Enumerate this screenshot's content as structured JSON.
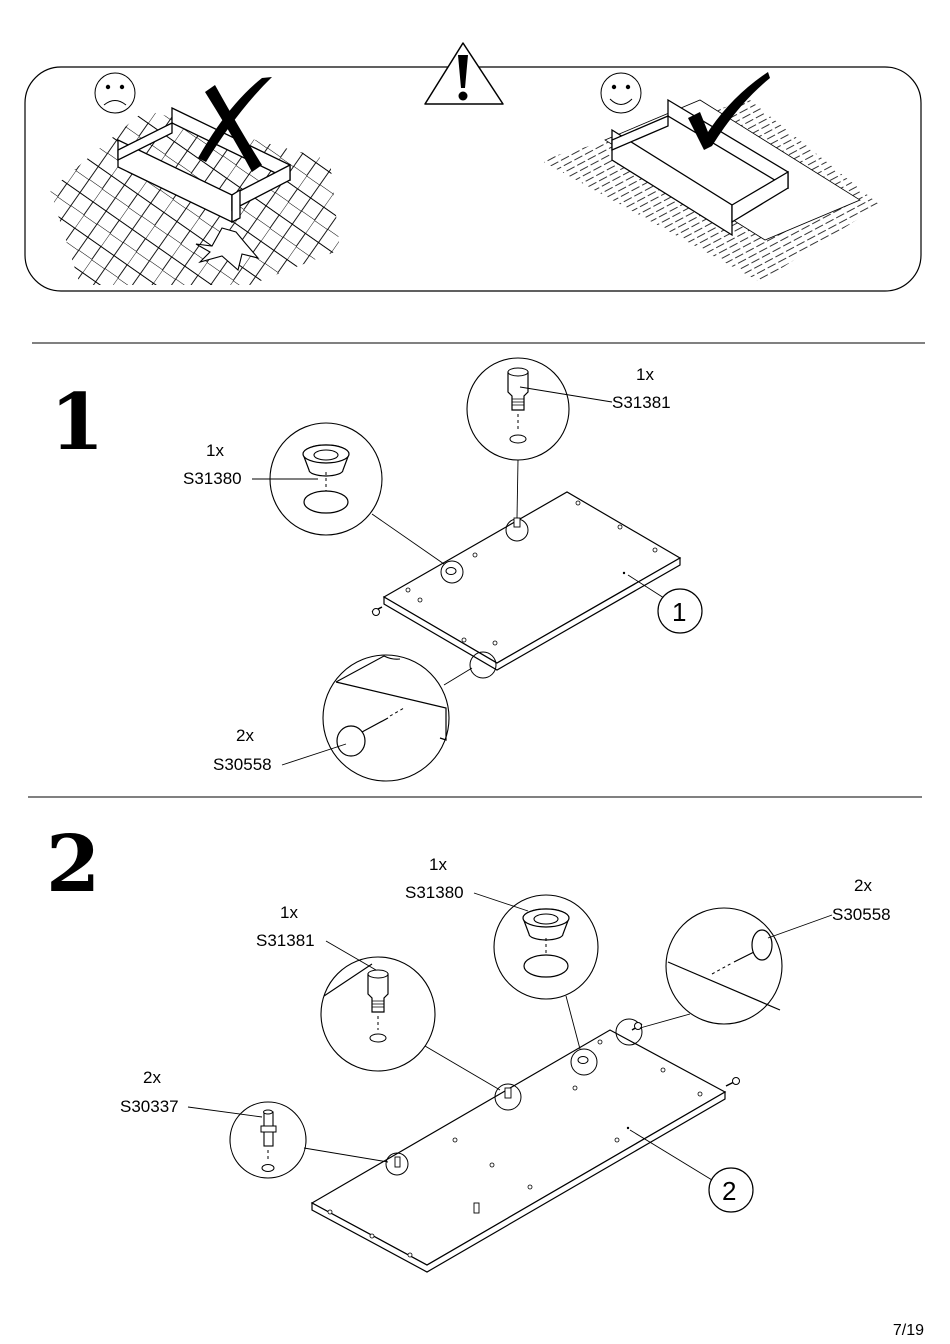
{
  "warning_panel": {
    "bad_example": {
      "face": "sad-face",
      "mark": "cross"
    },
    "good_example": {
      "face": "happy-face",
      "mark": "check"
    },
    "warning_symbol": "!"
  },
  "steps": [
    {
      "number": "1",
      "board_label": "1",
      "parts": [
        {
          "qty": "1x",
          "code": "S31380"
        },
        {
          "qty": "1x",
          "code": "S31381"
        },
        {
          "qty": "2x",
          "code": "S30558"
        }
      ]
    },
    {
      "number": "2",
      "board_label": "2",
      "parts": [
        {
          "qty": "1x",
          "code": "S31381"
        },
        {
          "qty": "1x",
          "code": "S31380"
        },
        {
          "qty": "2x",
          "code": "S30558"
        },
        {
          "qty": "2x",
          "code": "S30337"
        }
      ]
    }
  ],
  "page_number": "7/19"
}
